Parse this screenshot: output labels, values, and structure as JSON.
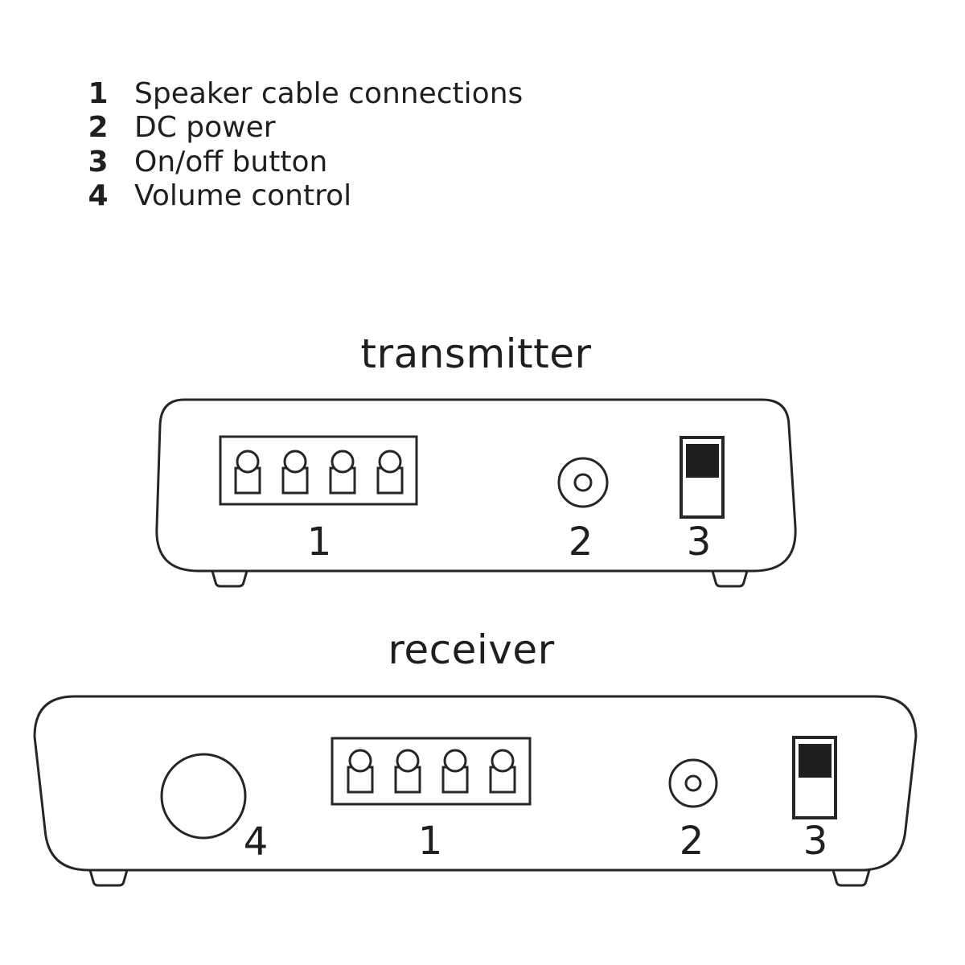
{
  "legend": {
    "items": [
      {
        "num": "1",
        "label": "Speaker cable connections"
      },
      {
        "num": "2",
        "label": "DC power"
      },
      {
        "num": "3",
        "label": "On/off button"
      },
      {
        "num": "4",
        "label": "Volume control"
      }
    ]
  },
  "transmitter": {
    "title": "transmitter",
    "labels": {
      "speaker_terminals": "1",
      "dc_power": "2",
      "power_switch": "3"
    }
  },
  "receiver": {
    "title": "receiver",
    "labels": {
      "speaker_terminals": "1",
      "dc_power": "2",
      "power_switch": "3",
      "volume_knob": "4"
    }
  },
  "colors": {
    "ink": "#262626",
    "background": "#ffffff",
    "switch_on_fill": "#1f1f1f"
  }
}
